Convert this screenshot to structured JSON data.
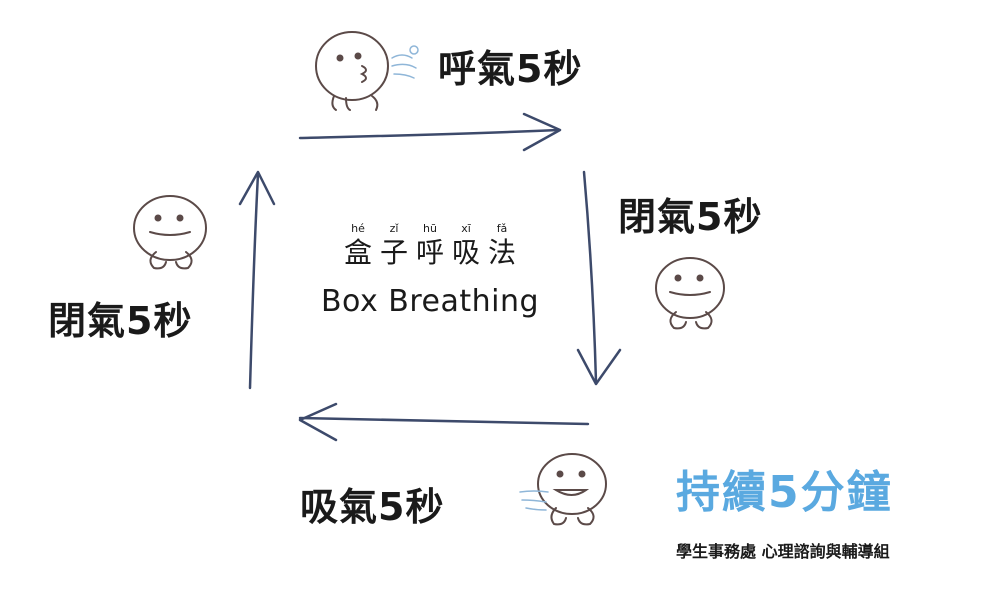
{
  "steps": {
    "top": "呼氣5秒",
    "right": "閉氣5秒",
    "bottom": "吸氣5秒",
    "left": "閉氣5秒"
  },
  "center": {
    "pinyin": [
      "hé",
      "zǐ",
      "hū",
      "xī",
      "fǎ"
    ],
    "hanzi": [
      "盒",
      "子",
      "呼",
      "吸",
      "法"
    ],
    "english": "Box Breathing"
  },
  "brand": "持續5分鐘",
  "organization": "學生事務處 心理諮詢與輔導組",
  "colors": {
    "arrow": "#3d4a6b",
    "brand": "#5aa9e0",
    "character_outline": "#5b4a48",
    "breath": "#8fb6d8"
  },
  "icons": [
    "exhale-character-icon",
    "hold-breath-character-icon",
    "inhale-character-icon"
  ]
}
